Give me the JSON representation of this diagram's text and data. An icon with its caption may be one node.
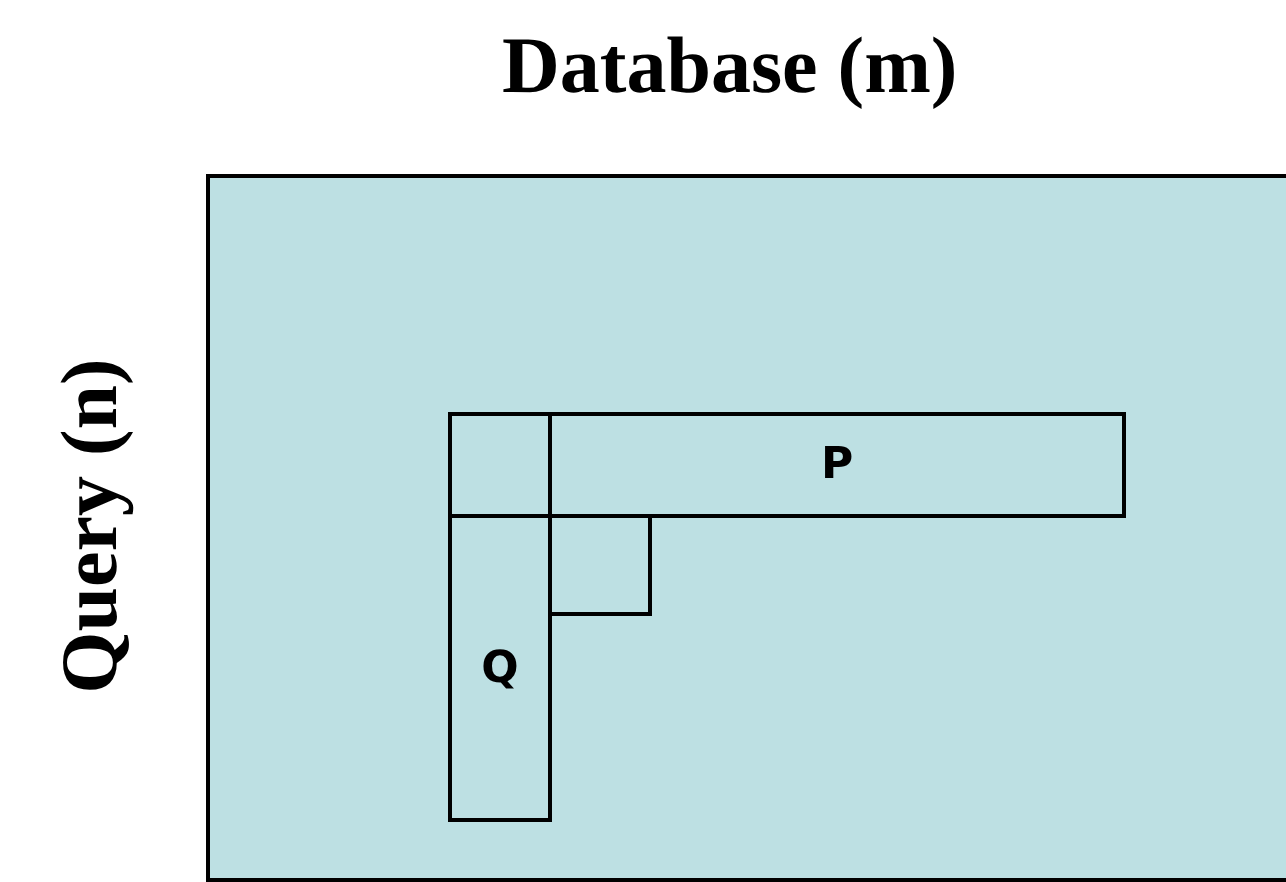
{
  "diagram": {
    "nodes": [
      {
        "text": [],
        "shape": "box",
        "beside": [
          "Database (m)",
          "Query (n)"
        ]
      },
      {
        "text": [],
        "shape": "box",
        "in": 0
      },
      {
        "text": [
          "P"
        ],
        "in": 0
      },
      {
        "text": [
          "Q"
        ],
        "in": 0
      },
      {
        "text": [],
        "shape": "box",
        "in": 0
      }
    ],
    "edges": []
  }
}
